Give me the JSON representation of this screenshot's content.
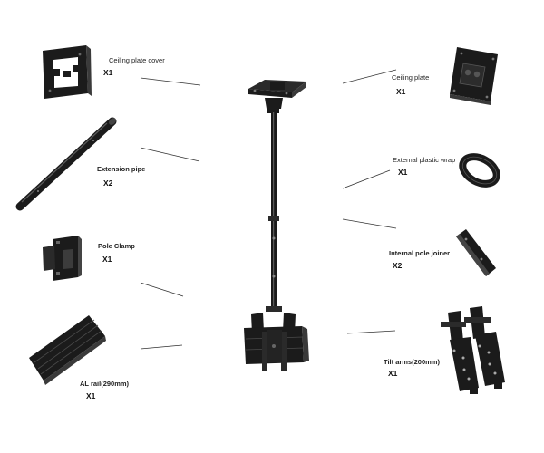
{
  "parts": [
    {
      "id": "ceiling-plate-cover",
      "name": "Ceiling plate cover",
      "qty": "X1"
    },
    {
      "id": "extension-pipe",
      "name": "Extension pipe",
      "qty": "X2"
    },
    {
      "id": "pole-clamp",
      "name": "Pole Clamp",
      "qty": "X1"
    },
    {
      "id": "al-rail",
      "name": "AL rail(290mm)",
      "qty": "X1"
    },
    {
      "id": "ceiling-plate",
      "name": "Ceiling plate",
      "qty": "X1"
    },
    {
      "id": "external-plastic-wrap",
      "name": "External plastic wrap",
      "qty": "X1"
    },
    {
      "id": "internal-pole-joiner",
      "name": "Internal pole joiner",
      "qty": "X2"
    },
    {
      "id": "tilt-arms",
      "name": "Tilt arms(200mm)",
      "qty": "X1"
    }
  ],
  "colors": {
    "part": "#1b1b1b",
    "highlight": "#4a4a4a",
    "line": "#333333",
    "background": "#ffffff"
  }
}
